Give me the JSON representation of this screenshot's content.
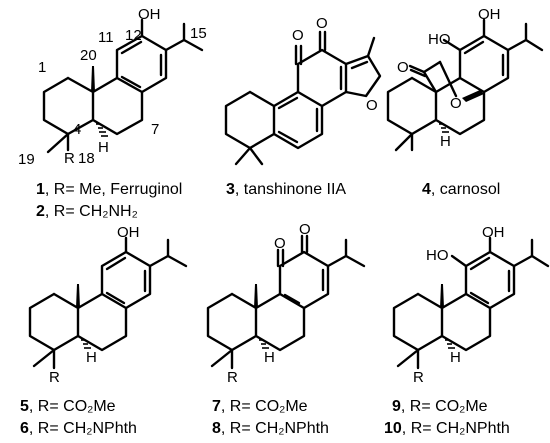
{
  "compounds": [
    {
      "id": "c1",
      "caption_lines": [
        {
          "num": "1",
          "text": ", R= Me, Ferruginol"
        },
        {
          "num": "2",
          "text": ", R= CH₂NH₂"
        }
      ],
      "atoms": {
        "oh": "OH",
        "h": "H",
        "r": "R",
        "n1": "1",
        "n4": "4",
        "n7": "7",
        "n11": "11",
        "n12": "12",
        "n15": "15",
        "n18": "18",
        "n19": "19",
        "n20": "20"
      }
    },
    {
      "id": "c3",
      "caption_lines": [
        {
          "num": "3",
          "text": ", tanshinone IIA"
        }
      ],
      "atoms": {
        "o1": "O",
        "o2": "O",
        "o3": "O"
      }
    },
    {
      "id": "c4",
      "caption_lines": [
        {
          "num": "4",
          "text": ", carnosol"
        }
      ],
      "atoms": {
        "ho": "HO",
        "oh": "OH",
        "o1": "O",
        "o2": "O",
        "h": "H"
      }
    },
    {
      "id": "c5",
      "caption_lines": [
        {
          "num": "5",
          "text": ", R= CO₂Me"
        },
        {
          "num": "6",
          "text": ", R= CH₂NPhth"
        }
      ],
      "atoms": {
        "oh": "OH",
        "h": "H",
        "r": "R"
      }
    },
    {
      "id": "c7",
      "caption_lines": [
        {
          "num": "7",
          "text": ", R= CO₂Me"
        },
        {
          "num": "8",
          "text": ", R= CH₂NPhth"
        }
      ],
      "atoms": {
        "o1": "O",
        "o2": "O",
        "h": "H",
        "r": "R"
      }
    },
    {
      "id": "c9",
      "caption_lines": [
        {
          "num": "9",
          "text": ", R= CO₂Me"
        },
        {
          "num": "10",
          "text": ", R= CH₂NPhth"
        }
      ],
      "atoms": {
        "ho": "HO",
        "oh": "OH",
        "h": "H",
        "r": "R"
      }
    }
  ]
}
